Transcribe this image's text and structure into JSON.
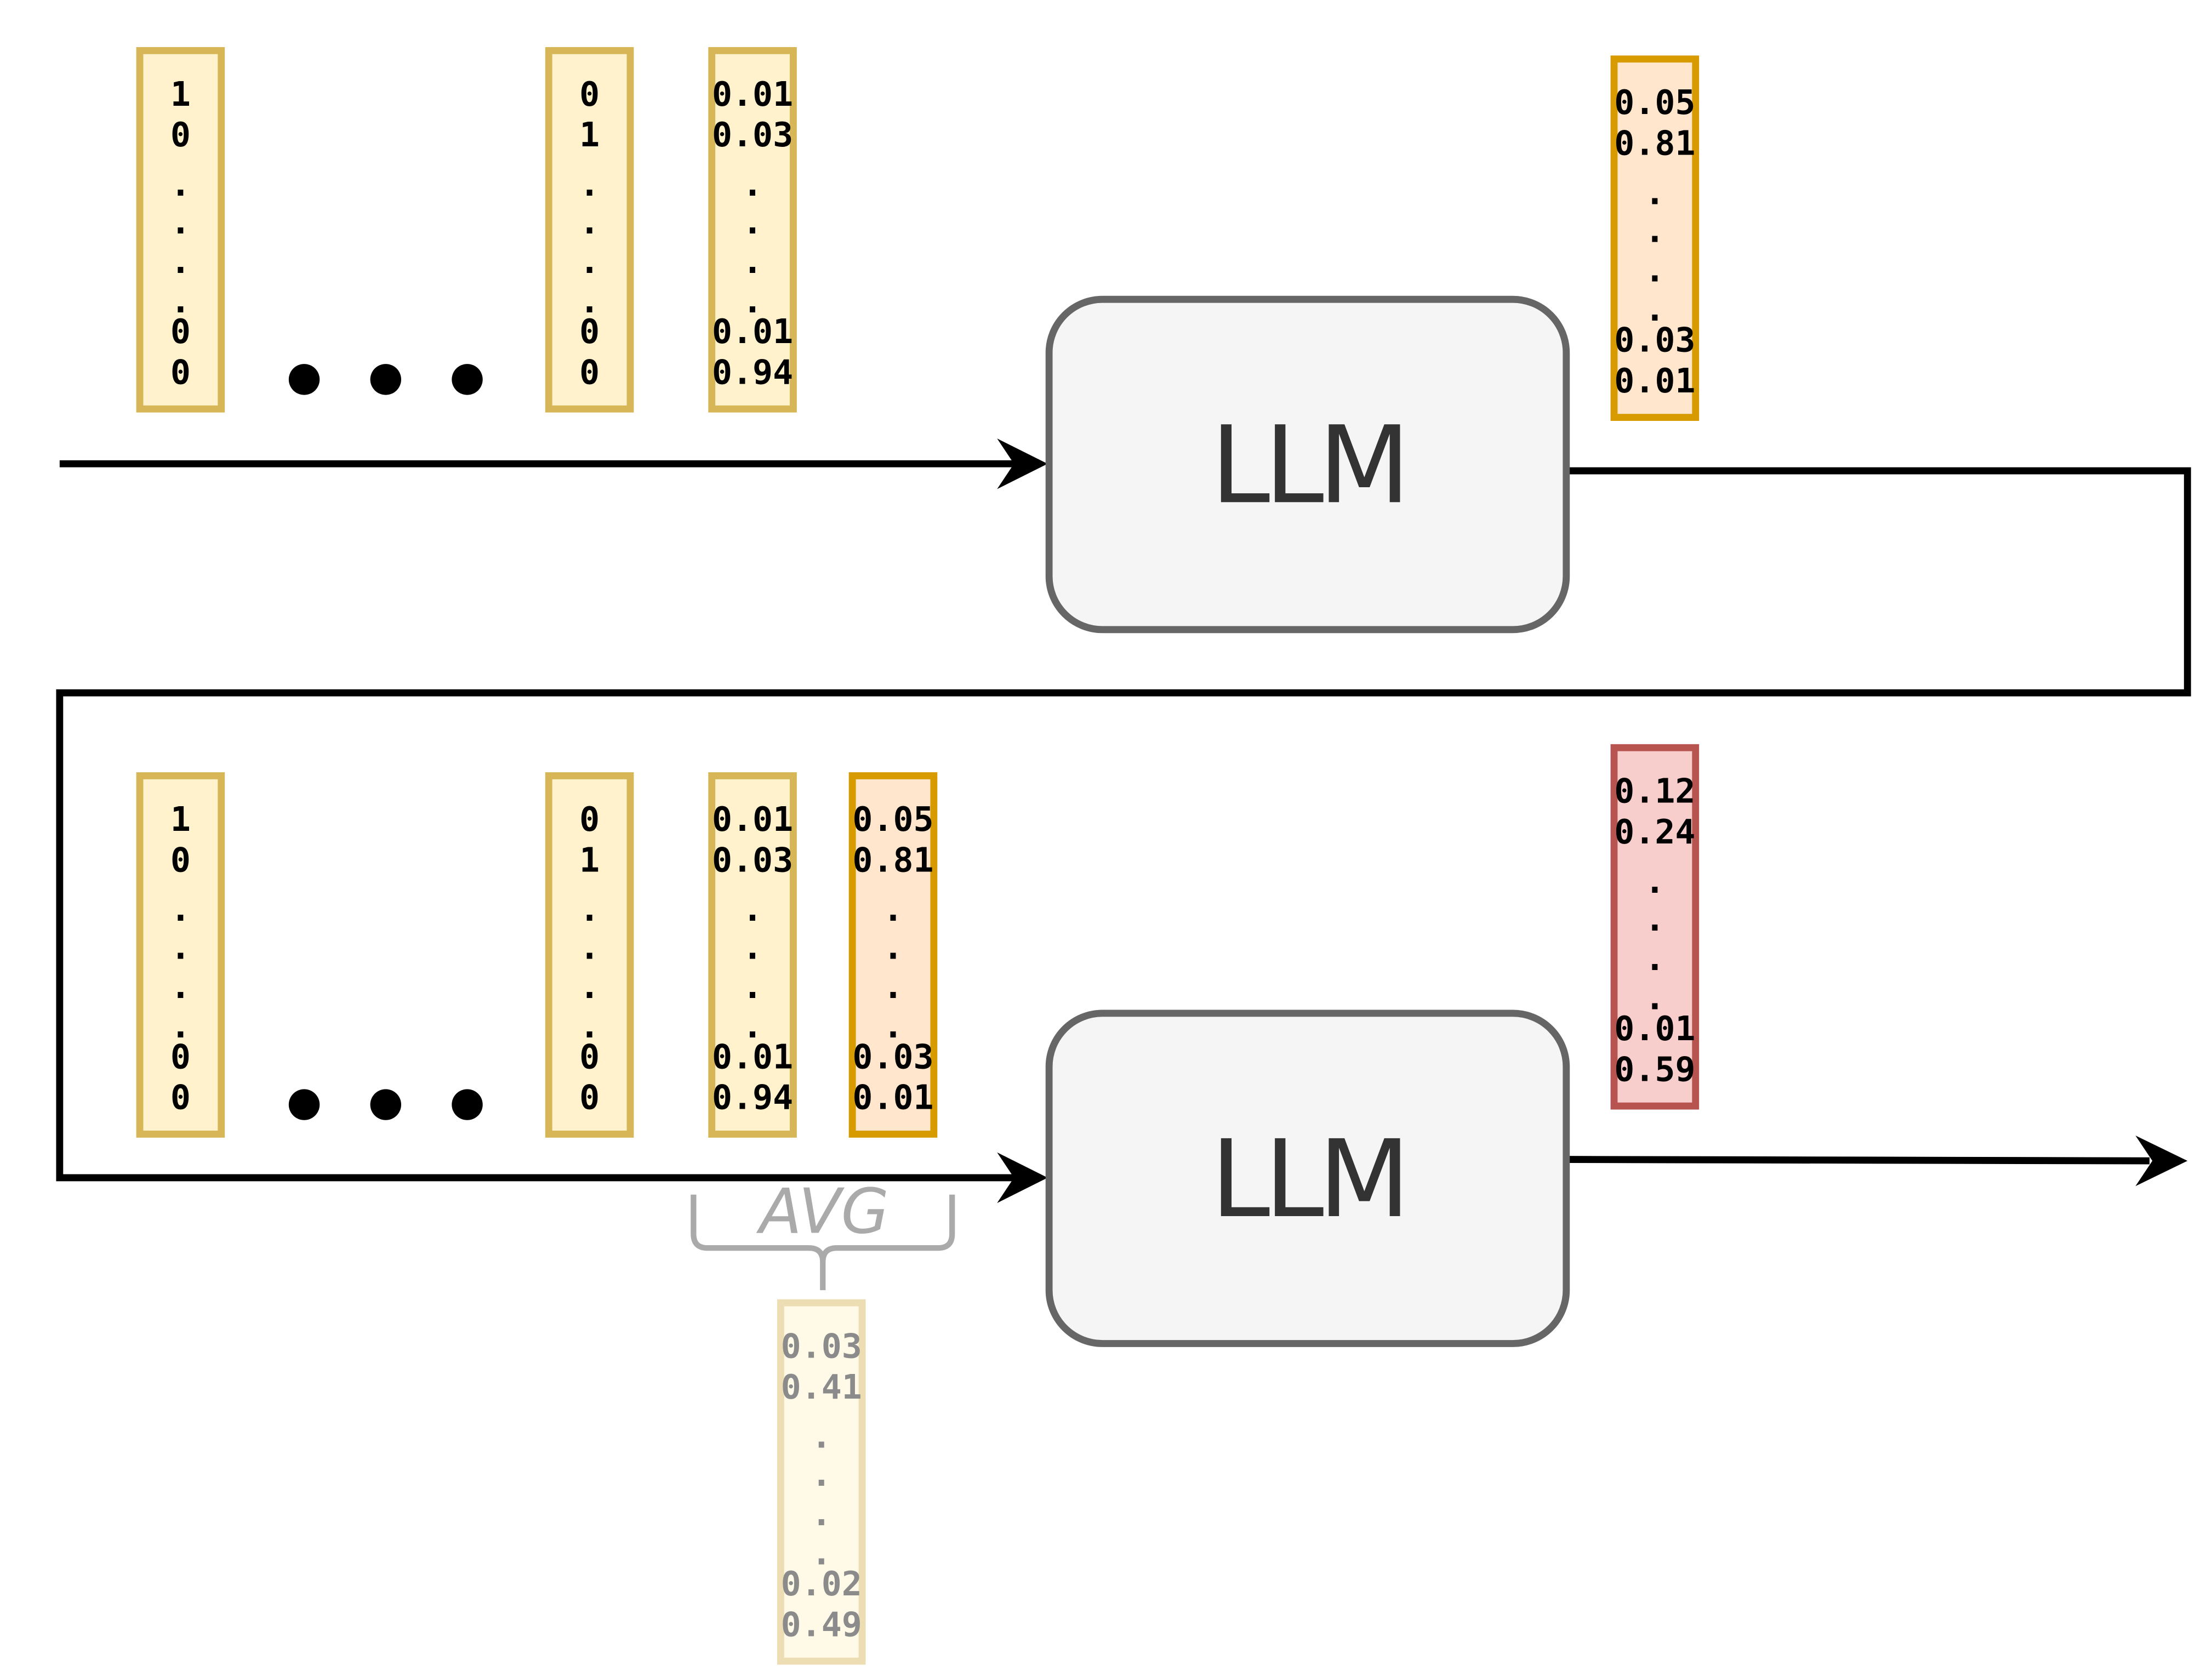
{
  "diagram": {
    "top_row": {
      "vectors": [
        {
          "id": "onehot-1",
          "values": [
            "1",
            "0",
            ".",
            ".",
            ".",
            ".",
            "0",
            "0"
          ],
          "fill": "#fff2cc",
          "stroke": "#d6b656"
        },
        {
          "id": "onehot-n",
          "values": [
            "0",
            "1",
            ".",
            ".",
            ".",
            ".",
            "0",
            "0"
          ],
          "fill": "#fff2cc",
          "stroke": "#d6b656"
        },
        {
          "id": "soft-1",
          "values": [
            "0.01",
            "0.03",
            ".",
            ".",
            ".",
            ".",
            "0.01",
            "0.94"
          ],
          "fill": "#fff2cc",
          "stroke": "#d6b656"
        }
      ],
      "ellipsis": "...",
      "model_label": "LLM",
      "output_vector": {
        "id": "output-1",
        "values": [
          "0.05",
          "0.81",
          ".",
          ".",
          ".",
          ".",
          "0.03",
          "0.01"
        ],
        "fill": "#ffe6cc",
        "stroke": "#d79b00"
      }
    },
    "bottom_row": {
      "vectors": [
        {
          "id": "onehot-1",
          "values": [
            "1",
            "0",
            ".",
            ".",
            ".",
            ".",
            "0",
            "0"
          ],
          "fill": "#fff2cc",
          "stroke": "#d6b656"
        },
        {
          "id": "onehot-n",
          "values": [
            "0",
            "1",
            ".",
            ".",
            ".",
            ".",
            "0",
            "0"
          ],
          "fill": "#fff2cc",
          "stroke": "#d6b656"
        },
        {
          "id": "soft-1",
          "values": [
            "0.01",
            "0.03",
            ".",
            ".",
            ".",
            ".",
            "0.01",
            "0.94"
          ],
          "fill": "#fff2cc",
          "stroke": "#d6b656"
        },
        {
          "id": "soft-2",
          "values": [
            "0.05",
            "0.81",
            ".",
            ".",
            ".",
            ".",
            "0.03",
            "0.01"
          ],
          "fill": "#ffe6cc",
          "stroke": "#d79b00"
        }
      ],
      "ellipsis": "...",
      "model_label": "LLM",
      "output_vector": {
        "id": "output-2",
        "values": [
          "0.12",
          "0.24",
          ".",
          ".",
          ".",
          ".",
          "0.01",
          "0.59"
        ],
        "fill": "#f8cecc",
        "stroke": "#b85450"
      },
      "avg_label": "AVG",
      "avg_vector": {
        "id": "avg",
        "values": [
          "0.03",
          "0.41",
          ".",
          ".",
          ".",
          ".",
          "0.02",
          "0.49"
        ],
        "fill": "#fff2cc",
        "stroke": "#d6b656"
      }
    },
    "colors": {
      "arrow": "#000000",
      "llm_fill": "#f5f5f5",
      "llm_stroke": "#666666",
      "llm_text": "#333333",
      "avg_gray": "#aaaaaa"
    }
  }
}
